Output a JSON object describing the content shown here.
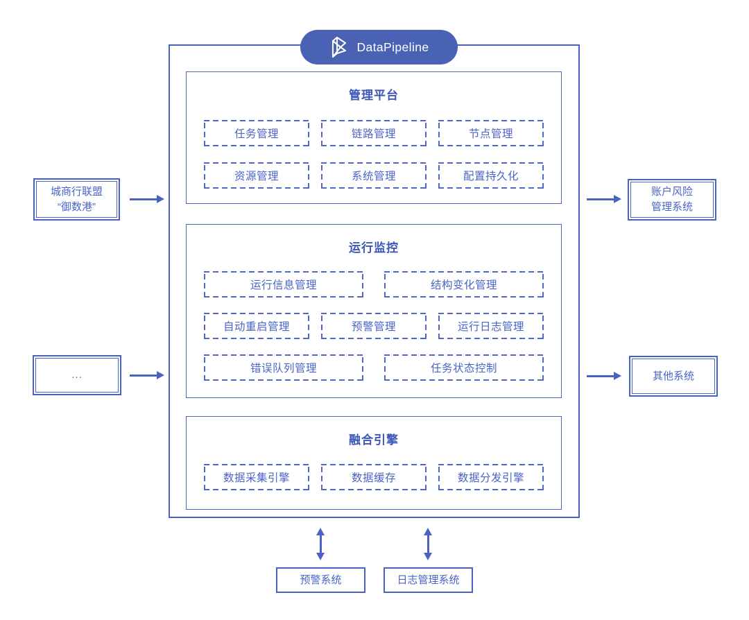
{
  "logo": {
    "text": "DataPipeline"
  },
  "colors": {
    "line": "#4A63C2",
    "dashed_border": "#5166C8",
    "label_text": "#4A64C6",
    "title_text": "#3A57B8",
    "pill_background": "#4A62B4",
    "background": "#FFFFFF"
  },
  "sections": [
    {
      "title": "管理平台",
      "rows": [
        [
          "任务管理",
          "链路管理",
          "节点管理"
        ],
        [
          "资源管理",
          "系统管理",
          "配置持久化"
        ]
      ]
    },
    {
      "title": "运行监控",
      "rows": [
        [
          "运行信息管理",
          "结构变化管理"
        ],
        [
          "自动重启管理",
          "预警管理",
          "运行日志管理"
        ],
        [
          "错误队列管理",
          "任务状态控制"
        ]
      ]
    },
    {
      "title": "融合引擎",
      "rows": [
        [
          "数据采集引擎",
          "数据缓存",
          "数据分发引擎"
        ]
      ]
    }
  ],
  "left_nodes": [
    {
      "lines": [
        "城商行联盟",
        "“御数港”"
      ]
    },
    {
      "lines": [
        "..."
      ]
    }
  ],
  "right_nodes": [
    {
      "lines": [
        "账户风险",
        "管理系统"
      ]
    },
    {
      "lines": [
        "其他系统"
      ]
    }
  ],
  "bottom_nodes": [
    {
      "label": "预警系统"
    },
    {
      "label": "日志管理系统"
    }
  ]
}
